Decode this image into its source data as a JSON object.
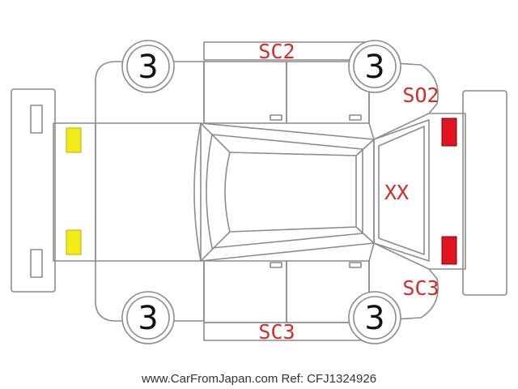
{
  "wheels": {
    "front_left": "3",
    "rear_left": "3",
    "front_right": "3",
    "rear_right": "3"
  },
  "damage_codes": {
    "top_doors": "SC2",
    "top_right_corner": "SO2",
    "bottom_right_corner": "SC3",
    "bottom_doors": "SC3",
    "rear_window": "XX"
  },
  "footer_text": "www.CarFromJapan.com Ref: CFJ1324926",
  "colors": {
    "outline": "#8c8c8c",
    "damage_code": "#d42a2a",
    "front_marker": "#f2ec1a",
    "rear_marker": "#e0141e"
  }
}
